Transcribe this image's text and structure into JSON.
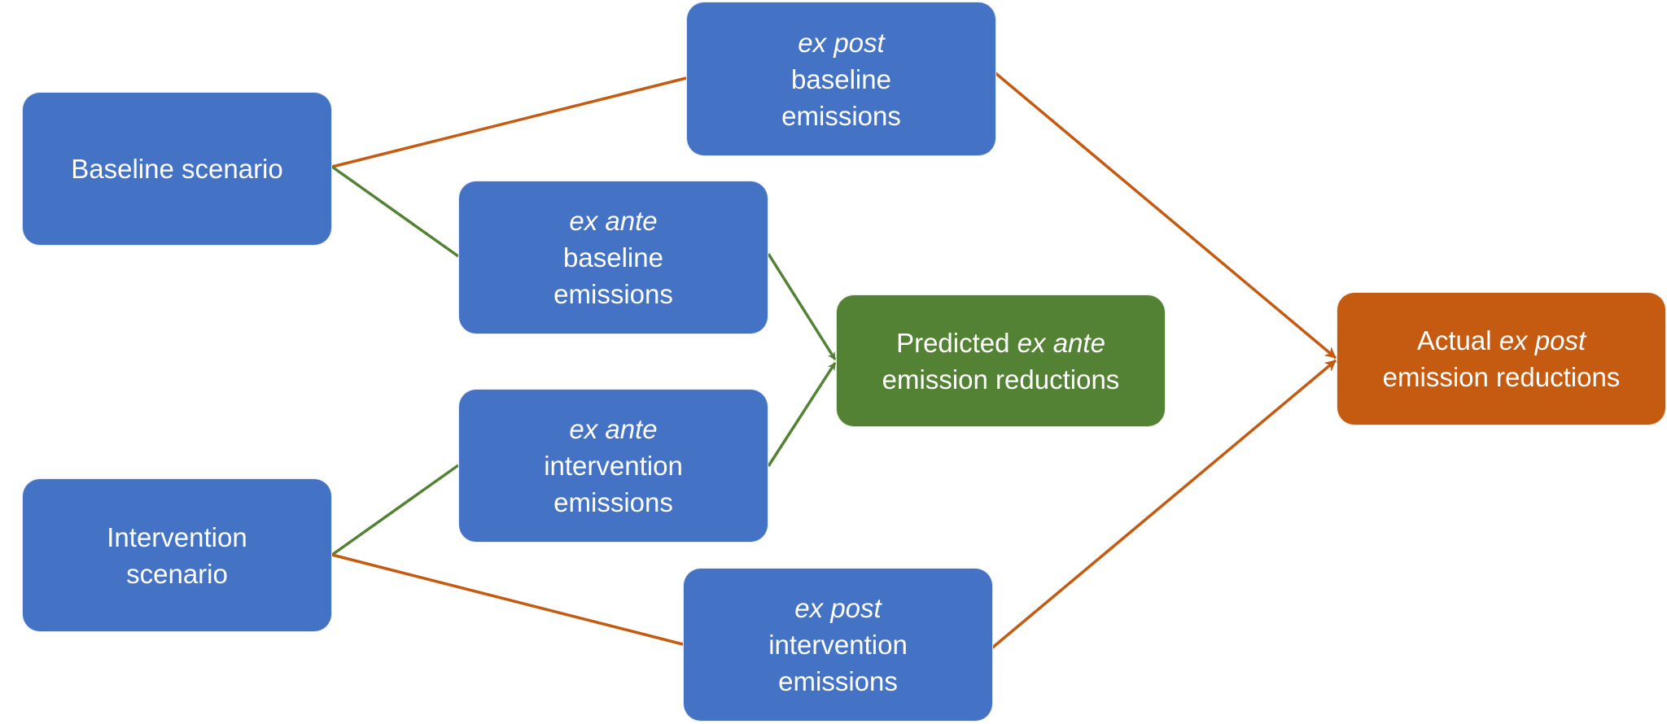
{
  "colors": {
    "node_blue": "#4472C4",
    "node_green": "#548235",
    "node_orange": "#C55A11",
    "connector_green": "#548235",
    "connector_orange": "#C55A11",
    "text": "#FFFFFF"
  },
  "nodes": {
    "baseline_scenario": {
      "lines": [
        [
          {
            "text": "Baseline scenario",
            "italic": false
          }
        ]
      ]
    },
    "intervention_scenario": {
      "lines": [
        [
          {
            "text": "Intervention",
            "italic": false
          }
        ],
        [
          {
            "text": "scenario",
            "italic": false
          }
        ]
      ]
    },
    "exante_baseline": {
      "lines": [
        [
          {
            "text": "ex ante",
            "italic": true
          }
        ],
        [
          {
            "text": "baseline",
            "italic": false
          }
        ],
        [
          {
            "text": "emissions",
            "italic": false
          }
        ]
      ]
    },
    "exante_intervention": {
      "lines": [
        [
          {
            "text": "ex ante",
            "italic": true
          }
        ],
        [
          {
            "text": "intervention",
            "italic": false
          }
        ],
        [
          {
            "text": "emissions",
            "italic": false
          }
        ]
      ]
    },
    "expost_baseline": {
      "lines": [
        [
          {
            "text": "ex post",
            "italic": true
          }
        ],
        [
          {
            "text": "baseline",
            "italic": false
          }
        ],
        [
          {
            "text": "emissions",
            "italic": false
          }
        ]
      ]
    },
    "expost_intervention": {
      "lines": [
        [
          {
            "text": "ex post",
            "italic": true
          }
        ],
        [
          {
            "text": "intervention",
            "italic": false
          }
        ],
        [
          {
            "text": "emissions",
            "italic": false
          }
        ]
      ]
    },
    "predicted": {
      "lines": [
        [
          {
            "text": "Predicted ",
            "italic": false
          },
          {
            "text": "ex ante",
            "italic": true
          }
        ],
        [
          {
            "text": "emission reductions",
            "italic": false
          }
        ]
      ]
    },
    "actual": {
      "lines": [
        [
          {
            "text": "Actual ",
            "italic": false
          },
          {
            "text": "ex post",
            "italic": true
          }
        ],
        [
          {
            "text": "emission reductions",
            "italic": false
          }
        ]
      ]
    }
  },
  "edges": [
    {
      "from": "baseline_scenario",
      "to": "expost_baseline",
      "color": "orange",
      "arrow": false
    },
    {
      "from": "baseline_scenario",
      "to": "exante_baseline",
      "color": "green",
      "arrow": false
    },
    {
      "from": "intervention_scenario",
      "to": "exante_intervention",
      "color": "green",
      "arrow": false
    },
    {
      "from": "intervention_scenario",
      "to": "expost_intervention",
      "color": "orange",
      "arrow": false
    },
    {
      "from": "exante_baseline",
      "to": "predicted",
      "color": "green",
      "arrow": true
    },
    {
      "from": "exante_intervention",
      "to": "predicted",
      "color": "green",
      "arrow": true
    },
    {
      "from": "expost_baseline",
      "to": "actual",
      "color": "orange",
      "arrow": true
    },
    {
      "from": "expost_intervention",
      "to": "actual",
      "color": "orange",
      "arrow": true
    }
  ]
}
